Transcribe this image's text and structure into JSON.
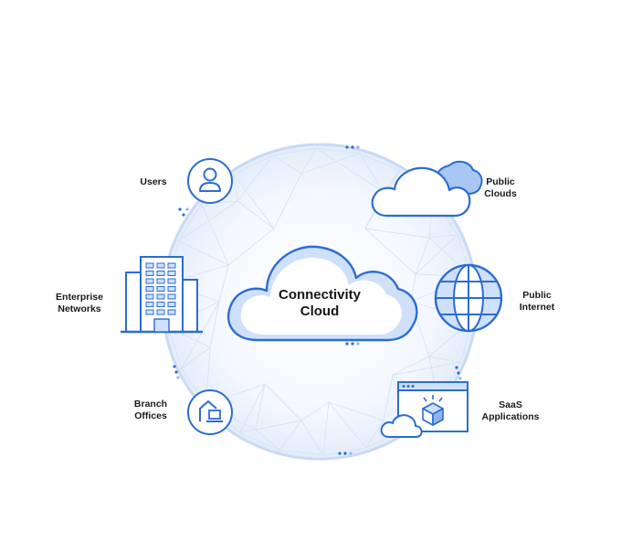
{
  "center": {
    "line1": "Connectivity",
    "line2": "Cloud"
  },
  "nodes": {
    "users": {
      "label": "Users"
    },
    "enterprise_networks": {
      "line1": "Enterprise",
      "line2": "Networks"
    },
    "branch_offices": {
      "line1": "Branch",
      "line2": "Offices"
    },
    "public_clouds": {
      "line1": "Public",
      "line2": "Clouds"
    },
    "public_internet": {
      "line1": "Public",
      "line2": "Internet"
    },
    "saas_applications": {
      "line1": "SaaS",
      "line2": "Applications"
    }
  },
  "colors": {
    "primary": "#2b6cd4",
    "light": "#cfe0fb",
    "mid": "#8fb5ef",
    "mesh": "#d6e3f6"
  }
}
